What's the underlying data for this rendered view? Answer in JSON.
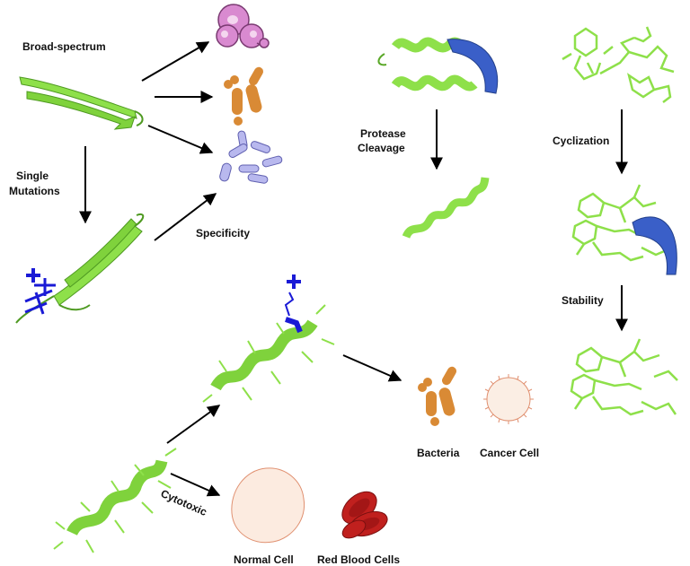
{
  "labels": {
    "broad_spectrum": "Broad-spectrum",
    "single_mutations_1": "Single",
    "single_mutations_2": "Mutations",
    "specificity": "Specificity",
    "protease_cleavage_1": "Protease",
    "protease_cleavage_2": "Cleavage",
    "cyclization": "Cyclization",
    "stability": "Stability",
    "cytotoxic": "Cytotoxic",
    "bacteria": "Bacteria",
    "cancer_cell": "Cancer Cell",
    "normal_cell": "Normal Cell",
    "red_blood_cells": "Red Blood Cells"
  },
  "colors": {
    "peptide_green": "#8ee04a",
    "peptide_dark": "#5aa828",
    "mutation_blue": "#1a1ad6",
    "protease_blue": "#3a5fc8",
    "fungi_pink": "#d98ad0",
    "bacteria_orange": "#d98a35",
    "virus_lavender": "#b8b8ee",
    "cancer_cell_fill": "#fbeee4",
    "normal_cell_fill": "#fcebe0",
    "rbc_red": "#c0201e",
    "arrow": "#000000"
  },
  "icons": {
    "plus_marker": "+"
  }
}
